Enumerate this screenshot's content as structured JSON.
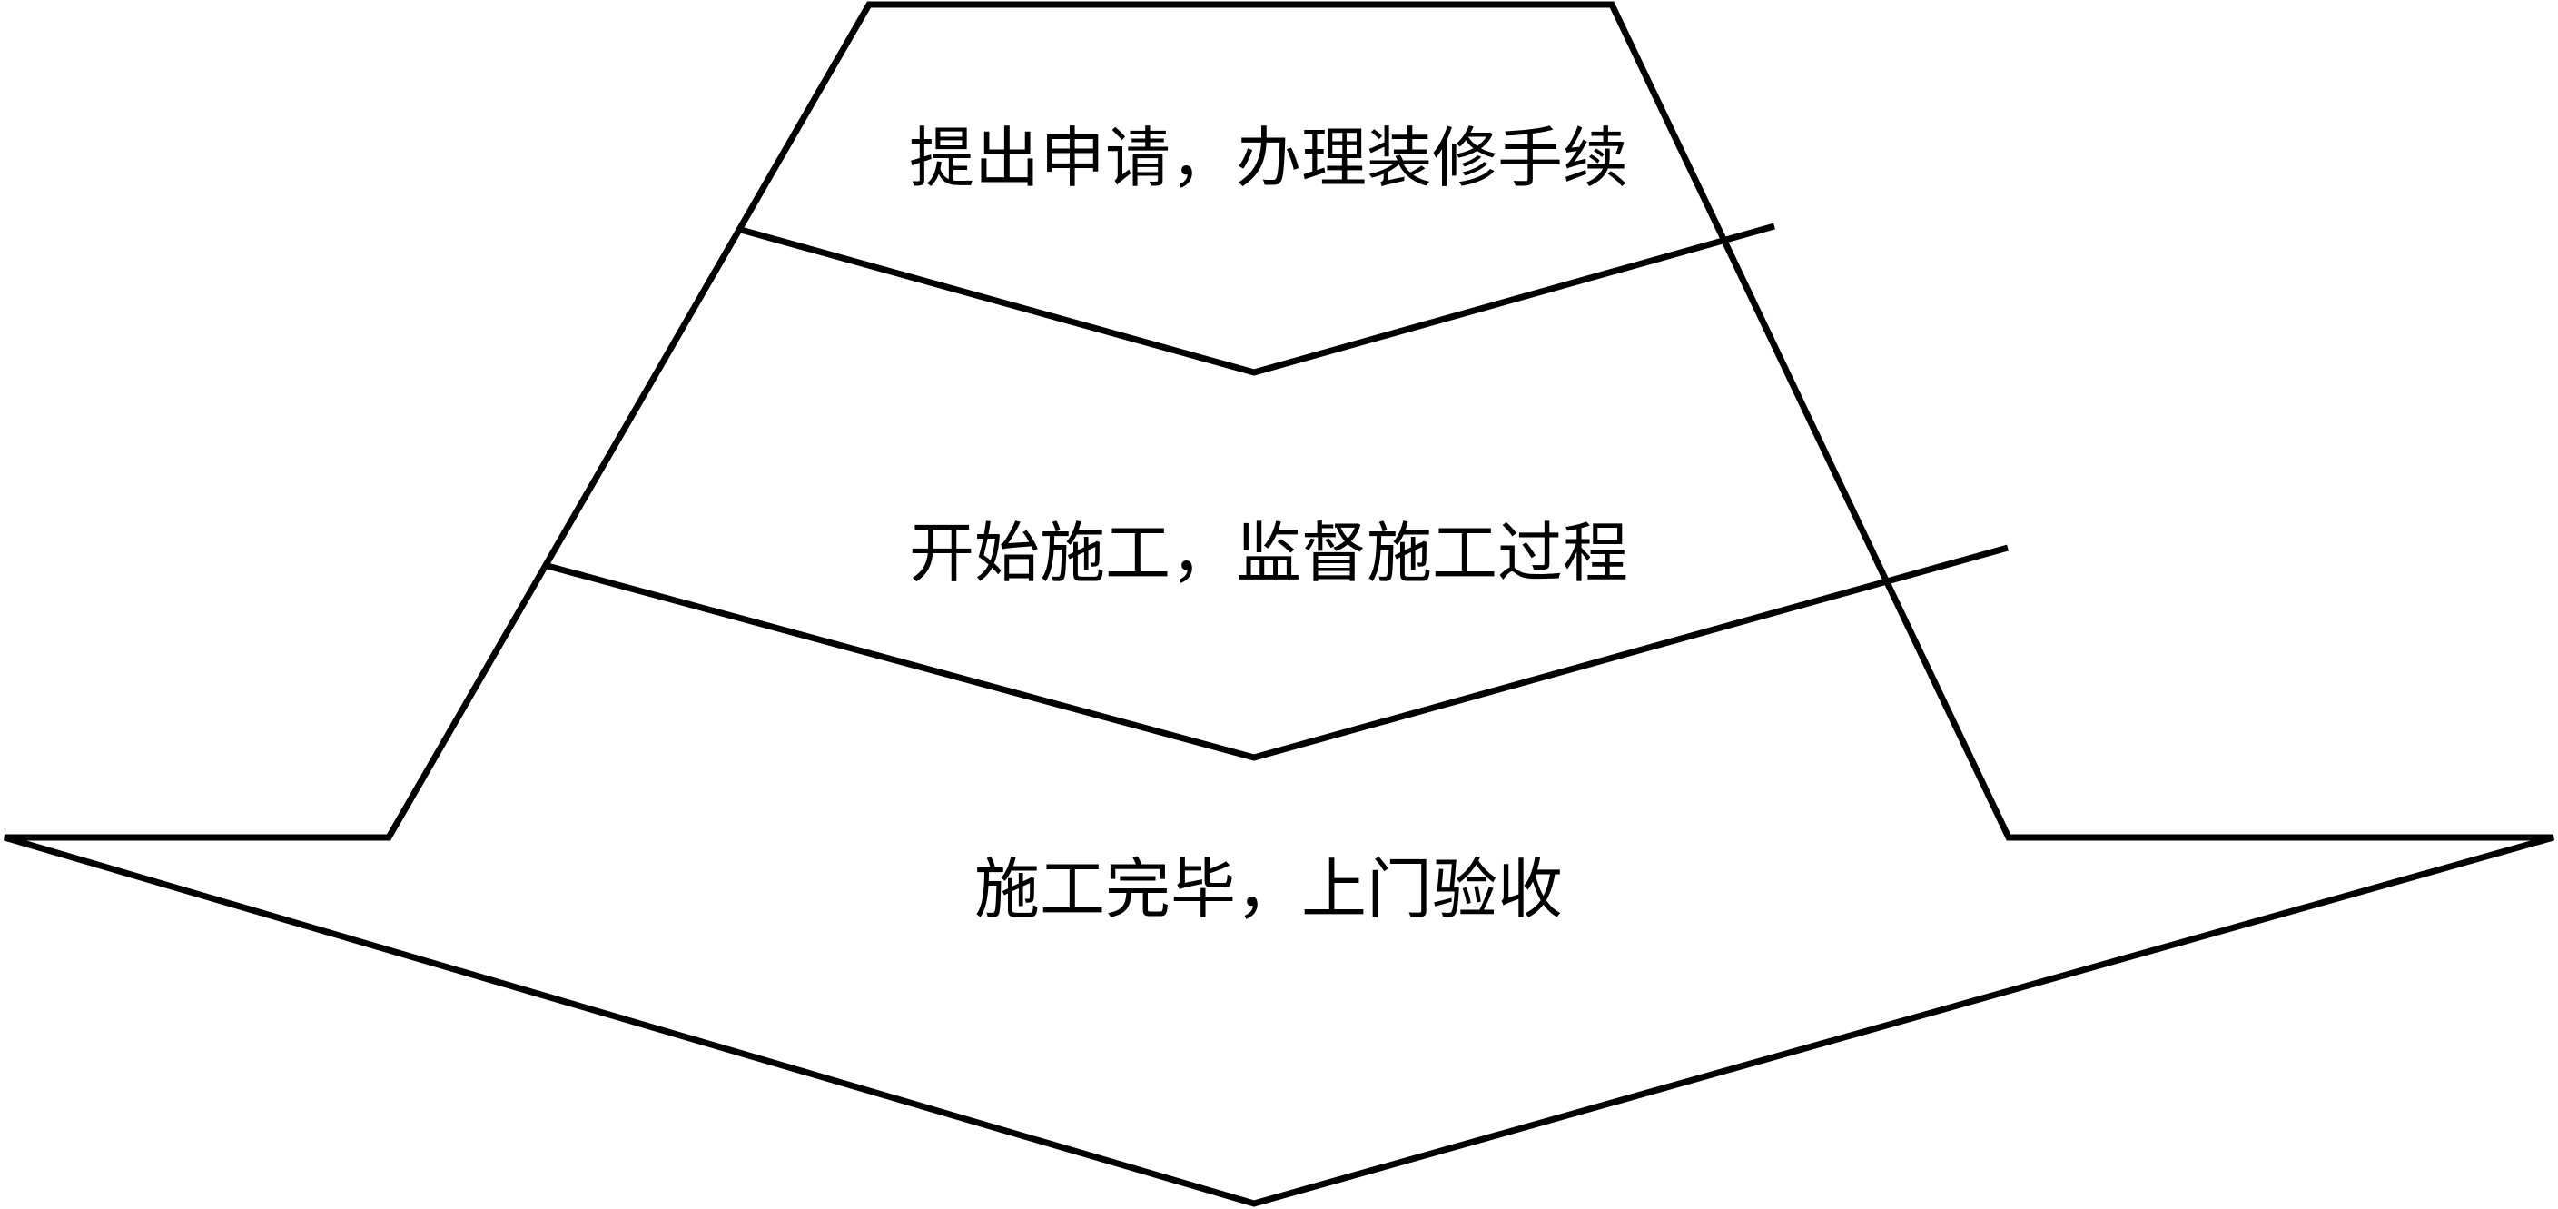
{
  "steps": [
    {
      "label": "提出申请，办理装修手续"
    },
    {
      "label": "开始施工，监督施工过程"
    },
    {
      "label": "施工完毕，上门验收"
    }
  ]
}
